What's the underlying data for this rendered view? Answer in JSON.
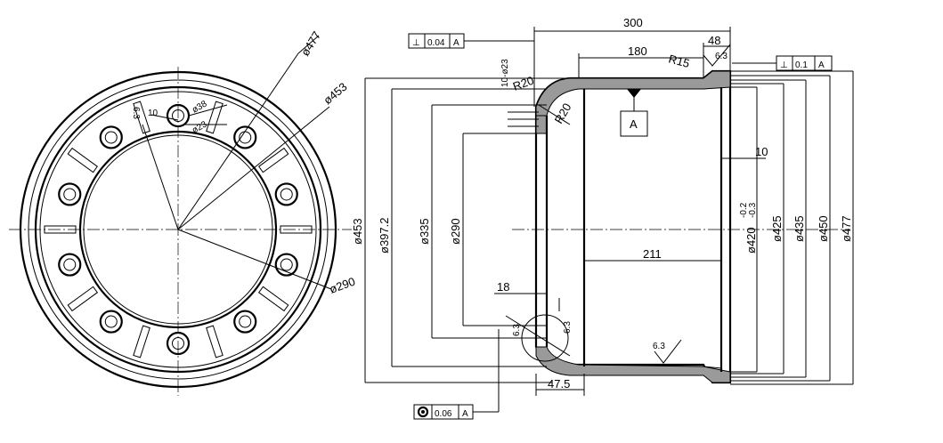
{
  "left_view": {
    "dimensions": {
      "d477": "ø477",
      "d453": "ø453",
      "d290": "ø290",
      "d38": "ø38",
      "d23": "ø23",
      "w10": "10",
      "h6_3": "6.3"
    }
  },
  "section_view": {
    "dimensions": {
      "len300": "300",
      "len180": "180",
      "len48": "48",
      "r15": "R15",
      "r20a": "R20",
      "r20b": "R20",
      "holes": "10-ø23",
      "d453": "ø453",
      "d397": "ø397.2",
      "d335": "ø335",
      "d290": "ø290",
      "d420": "ø420",
      "tol_upper": "-0.2",
      "tol_lower": "-0.3",
      "d425": "ø425",
      "d435": "ø435",
      "d450": "ø450",
      "d477": "ø477",
      "len211": "211",
      "len10": "10",
      "len18": "18",
      "len47_5": "47.5",
      "datum": "A"
    },
    "surface_finish": {
      "top": "6.3",
      "bottom": "6.3",
      "left_a": "6.3",
      "left_b": "6.3"
    },
    "tolerance_frames": [
      {
        "symbol": "⊥",
        "value": "0.04",
        "datum": "A"
      },
      {
        "symbol": "⊥",
        "value": "0.1",
        "datum": "A"
      },
      {
        "symbol": "◎",
        "value": "0.06",
        "datum": "A"
      }
    ]
  }
}
